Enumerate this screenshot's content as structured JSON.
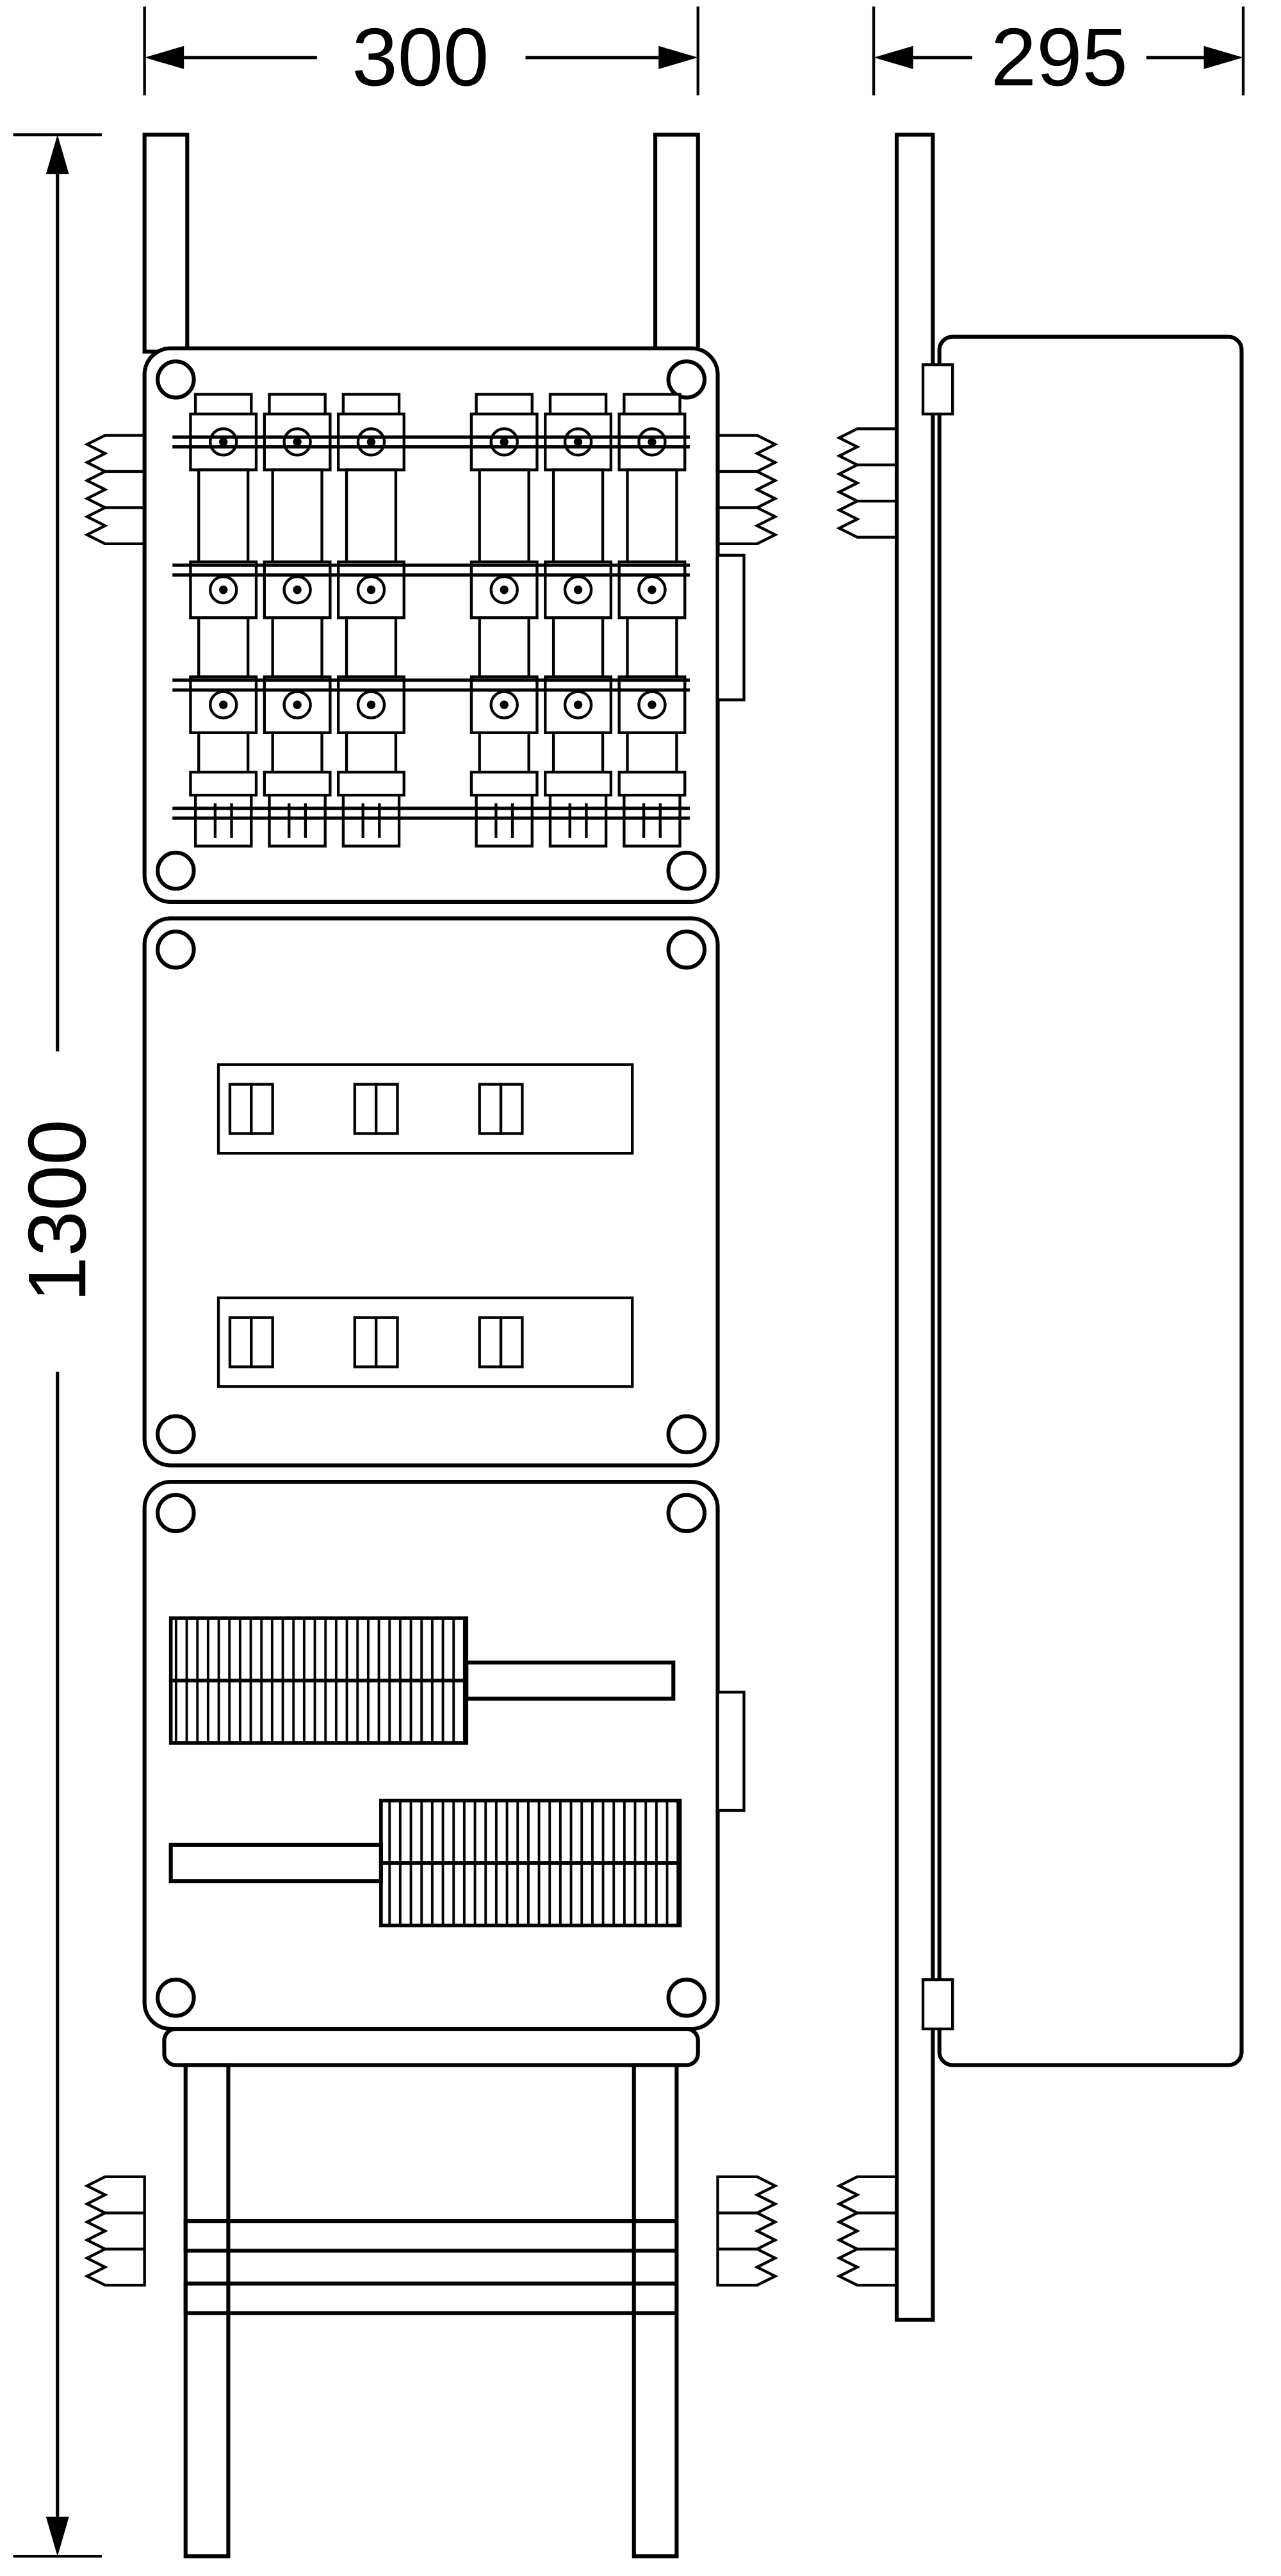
{
  "drawing": {
    "dimensions": {
      "front_width": "300",
      "side_depth": "295",
      "overall_height": "1300"
    },
    "colors": {
      "line": "#000000",
      "background": "#ffffff"
    }
  }
}
